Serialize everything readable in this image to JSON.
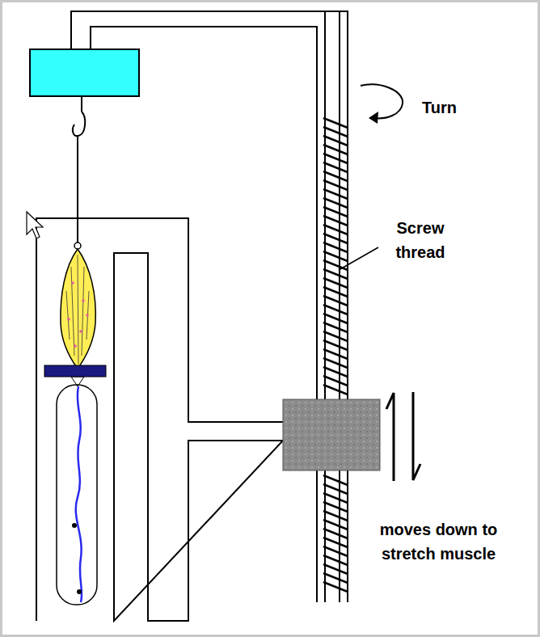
{
  "diagram": {
    "labels": [
      "Turn",
      "Screw thread",
      "moves down to stretch muscle"
    ]
  }
}
